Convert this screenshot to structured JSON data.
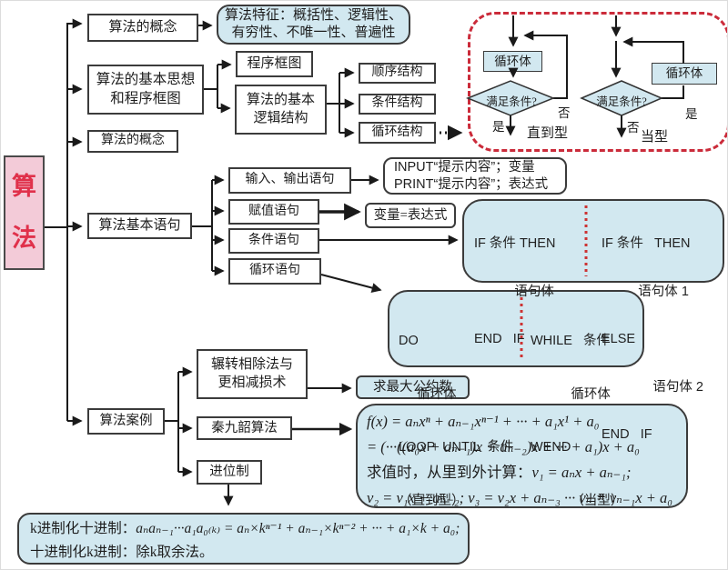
{
  "root": {
    "label": "算法"
  },
  "nodes": {
    "concept1": "算法的概念",
    "features_1": "算法特征：概括性、逻辑性、",
    "features_2": "有穷性、不唯一性、普遍性",
    "basic_idea_1": "算法的基本思想",
    "basic_idea_2": "和程序框图",
    "flowchart_box": "程序框图",
    "logic_1": "算法的基本",
    "logic_2": "逻辑结构",
    "sequence": "顺序结构",
    "conditional": "条件结构",
    "loop": "循环结构",
    "concept2": "算法的概念",
    "statements": "算法基本语句",
    "io": "输入、输出语句",
    "assign": "赋值语句",
    "cond_stmt": "条件语句",
    "loop_stmt": "循环语句",
    "cases": "算法案例",
    "euclid_1": "辗转相除法与",
    "euclid_2": "更相减损术",
    "qin": "秦九韶算法",
    "base": "进位制",
    "gcd": "求最大公约数"
  },
  "flow": {
    "loop_body_left": "循环体",
    "loop_body_right": "循环体",
    "cond_left": "满足条件?",
    "cond_right": "满足条件?",
    "yes_left": "是",
    "no_left": "否",
    "yes_right": "是",
    "no_right": "否",
    "until_type": "直到型",
    "while_type": "当型"
  },
  "code": {
    "io_1": "INPUT“提示内容”；变量",
    "io_2": "PRINT“提示内容”；表达式",
    "assign_expr": "变量=表达式",
    "if_left": [
      "IF 条件 THEN",
      "           语句体",
      "END   IF"
    ],
    "if_right": [
      "IF 条件   THEN",
      "          语句体 1",
      "ELSE",
      "              语句体 2",
      "END   IF"
    ],
    "do_left": [
      "DO",
      "     循环体",
      "LOOP  UNTIL  条件",
      "（直到型）"
    ],
    "do_right": [
      "WHILE   条件",
      "           循环体",
      "WEND",
      "           （当型）"
    ]
  },
  "formulas": {
    "horner_1": "f(x) = aₙxⁿ + aₙ₋₁xⁿ⁻¹ + ··· + a₁x¹ + a₀",
    "horner_2": "= (···((a₀x + aₙ₋₁)x + aₙ₋₂)x + ··· + a₁)x + a₀",
    "horner_3_label": "求值时，从里到外计算：",
    "horner_3_math": "v₁ = aₙx + aₙ₋₁;",
    "horner_4": "v₂ = v₁x + aₙ₋₂; v₃ = v₂x + aₙ₋₃ ··· vₙ = vₙ₋₁x + a₀",
    "base10_label": "k进制化十进制：",
    "base10_math": "aₙaₙ₋₁···a₁a₀₍ₖ₎ = aₙ×kⁿ⁻¹ + aₙ₋₁×kⁿ⁻² + ··· + a₁×k + a₀;",
    "basek_label": "十进制化k进制：",
    "basek_text": "除k取余法。"
  },
  "colors": {
    "node_fill": "#ffffff",
    "highlight_fill": "#d2e8f0",
    "root_fill": "#f3cbd8",
    "root_text": "#e0314b",
    "dashed_border": "#cb2b3a",
    "divider_red": "#cc3333",
    "line": "#1a1a1a"
  }
}
